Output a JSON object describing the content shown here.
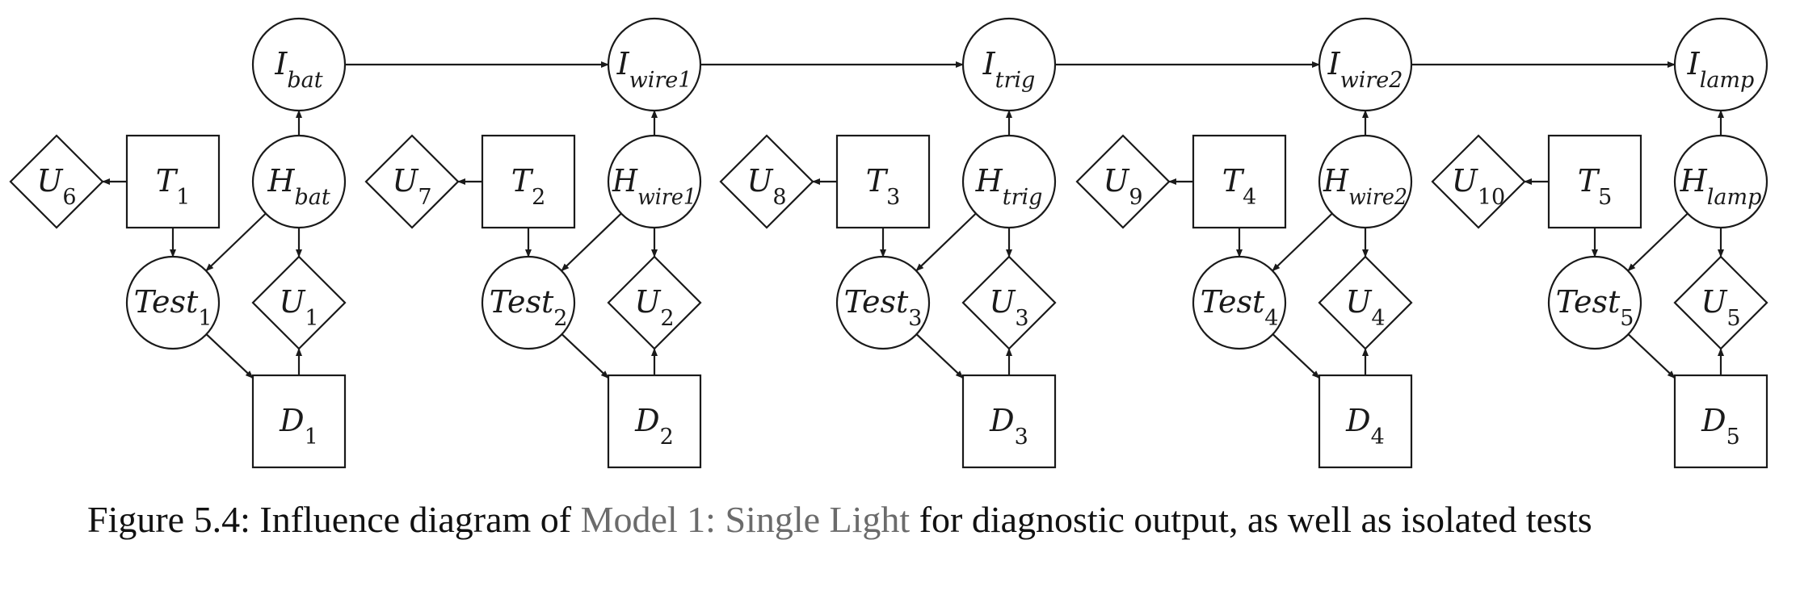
{
  "diagram": {
    "arrow_color": "#1a1a1a",
    "nodes": [
      {
        "id": "I_bat",
        "shape": "circle",
        "base": "I",
        "sub": "bat"
      },
      {
        "id": "I_wire1",
        "shape": "circle",
        "base": "I",
        "sub": "wire1"
      },
      {
        "id": "I_trig",
        "shape": "circle",
        "base": "I",
        "sub": "trig"
      },
      {
        "id": "I_wire2",
        "shape": "circle",
        "base": "I",
        "sub": "wire2"
      },
      {
        "id": "I_lamp",
        "shape": "circle",
        "base": "I",
        "sub": "lamp"
      },
      {
        "id": "H_bat",
        "shape": "circle",
        "base": "H",
        "sub": "bat"
      },
      {
        "id": "H_wire1",
        "shape": "circle",
        "base": "H",
        "sub": "wire1"
      },
      {
        "id": "H_trig",
        "shape": "circle",
        "base": "H",
        "sub": "trig"
      },
      {
        "id": "H_wire2",
        "shape": "circle",
        "base": "H",
        "sub": "wire2"
      },
      {
        "id": "H_lamp",
        "shape": "circle",
        "base": "H",
        "sub": "lamp"
      },
      {
        "id": "T1",
        "shape": "square",
        "base": "T",
        "sub": "1"
      },
      {
        "id": "T2",
        "shape": "square",
        "base": "T",
        "sub": "2"
      },
      {
        "id": "T3",
        "shape": "square",
        "base": "T",
        "sub": "3"
      },
      {
        "id": "T4",
        "shape": "square",
        "base": "T",
        "sub": "4"
      },
      {
        "id": "T5",
        "shape": "square",
        "base": "T",
        "sub": "5"
      },
      {
        "id": "U6",
        "shape": "diamond",
        "base": "U",
        "sub": "6"
      },
      {
        "id": "U7",
        "shape": "diamond",
        "base": "U",
        "sub": "7"
      },
      {
        "id": "U8",
        "shape": "diamond",
        "base": "U",
        "sub": "8"
      },
      {
        "id": "U9",
        "shape": "diamond",
        "base": "U",
        "sub": "9"
      },
      {
        "id": "U10",
        "shape": "diamond",
        "base": "U",
        "sub": "10"
      },
      {
        "id": "Test1",
        "shape": "circle",
        "base": "Test",
        "sub": "1"
      },
      {
        "id": "Test2",
        "shape": "circle",
        "base": "Test",
        "sub": "2"
      },
      {
        "id": "Test3",
        "shape": "circle",
        "base": "Test",
        "sub": "3"
      },
      {
        "id": "Test4",
        "shape": "circle",
        "base": "Test",
        "sub": "4"
      },
      {
        "id": "Test5",
        "shape": "circle",
        "base": "Test",
        "sub": "5"
      },
      {
        "id": "U1",
        "shape": "diamond",
        "base": "U",
        "sub": "1"
      },
      {
        "id": "U2",
        "shape": "diamond",
        "base": "U",
        "sub": "2"
      },
      {
        "id": "U3",
        "shape": "diamond",
        "base": "U",
        "sub": "3"
      },
      {
        "id": "U4",
        "shape": "diamond",
        "base": "U",
        "sub": "4"
      },
      {
        "id": "U5",
        "shape": "diamond",
        "base": "U",
        "sub": "5"
      },
      {
        "id": "D1",
        "shape": "square",
        "base": "D",
        "sub": "1"
      },
      {
        "id": "D2",
        "shape": "square",
        "base": "D",
        "sub": "2"
      },
      {
        "id": "D3",
        "shape": "square",
        "base": "D",
        "sub": "3"
      },
      {
        "id": "D4",
        "shape": "square",
        "base": "D",
        "sub": "4"
      },
      {
        "id": "D5",
        "shape": "square",
        "base": "D",
        "sub": "5"
      }
    ],
    "edges": [
      [
        "I_bat",
        "I_wire1"
      ],
      [
        "I_wire1",
        "I_trig"
      ],
      [
        "I_trig",
        "I_wire2"
      ],
      [
        "I_wire2",
        "I_lamp"
      ],
      [
        "H_bat",
        "I_bat"
      ],
      [
        "H_wire1",
        "I_wire1"
      ],
      [
        "H_trig",
        "I_trig"
      ],
      [
        "H_wire2",
        "I_wire2"
      ],
      [
        "H_lamp",
        "I_lamp"
      ],
      [
        "T1",
        "U6"
      ],
      [
        "T2",
        "U7"
      ],
      [
        "T3",
        "U8"
      ],
      [
        "T4",
        "U9"
      ],
      [
        "T5",
        "U10"
      ],
      [
        "T1",
        "Test1"
      ],
      [
        "T2",
        "Test2"
      ],
      [
        "T3",
        "Test3"
      ],
      [
        "T4",
        "Test4"
      ],
      [
        "T5",
        "Test5"
      ],
      [
        "H_bat",
        "Test1"
      ],
      [
        "H_wire1",
        "Test2"
      ],
      [
        "H_trig",
        "Test3"
      ],
      [
        "H_wire2",
        "Test4"
      ],
      [
        "H_lamp",
        "Test5"
      ],
      [
        "H_bat",
        "U1"
      ],
      [
        "H_wire1",
        "U2"
      ],
      [
        "H_trig",
        "U3"
      ],
      [
        "H_wire2",
        "U4"
      ],
      [
        "H_lamp",
        "U5"
      ],
      [
        "Test1",
        "D1"
      ],
      [
        "Test2",
        "D2"
      ],
      [
        "Test3",
        "D3"
      ],
      [
        "Test4",
        "D4"
      ],
      [
        "Test5",
        "D5"
      ],
      [
        "D1",
        "U1"
      ],
      [
        "D2",
        "U2"
      ],
      [
        "D3",
        "U3"
      ],
      [
        "D4",
        "U4"
      ],
      [
        "D5",
        "U5"
      ]
    ]
  },
  "caption": {
    "prefix": "Figure 5.4:  Influence diagram of ",
    "reference": "Model 1:  Single Light",
    "suffix": " for diagnostic output, as well as isolated tests"
  }
}
